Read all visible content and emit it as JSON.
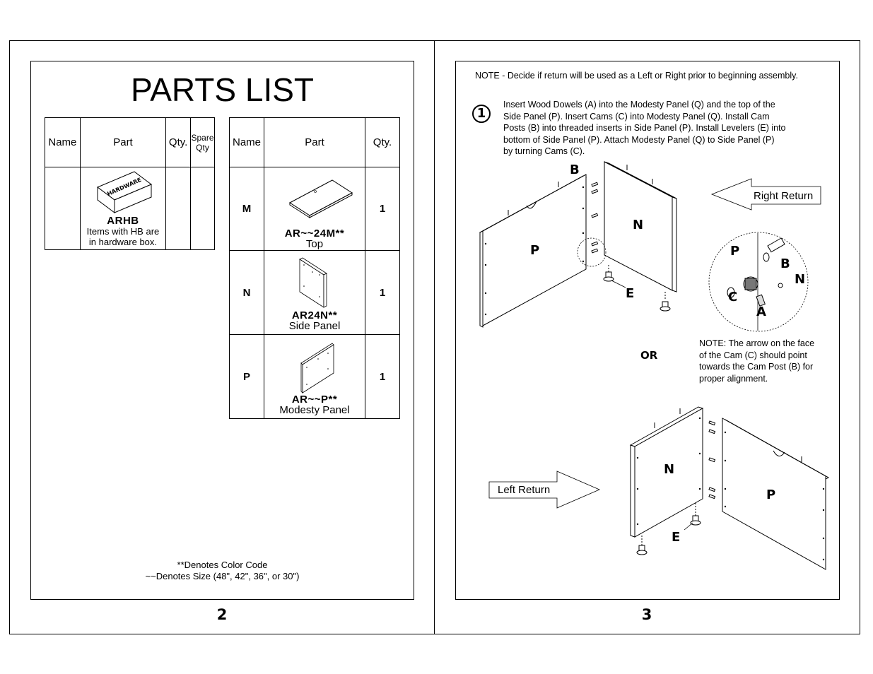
{
  "left_page": {
    "title": "PARTS LIST",
    "page_number": "2",
    "table1": {
      "headers": {
        "name": "Name",
        "part": "Part",
        "qty": "Qty.",
        "spare": "Spare\nQty"
      },
      "row": {
        "box_text": "HARDWARE",
        "part_code": "ARHB",
        "desc_line1": "Items with HB are",
        "desc_line2": "in hardware box."
      }
    },
    "table2": {
      "headers": {
        "name": "Name",
        "part": "Part",
        "qty": "Qty."
      },
      "rows": [
        {
          "name": "M",
          "code": "AR~~24M**",
          "desc": "Top",
          "qty": "1"
        },
        {
          "name": "N",
          "code": "AR24N**",
          "desc": "Side Panel",
          "qty": "1"
        },
        {
          "name": "P",
          "code": "AR~~P**",
          "desc": "Modesty Panel",
          "qty": "1"
        }
      ]
    },
    "footnote_line1": "**Denotes Color Code",
    "footnote_line2": "~~Denotes Size (48\", 42\", 36\", or 30\")"
  },
  "right_page": {
    "page_number": "3",
    "note_top": "NOTE - Decide if return will be used as a Left or Right prior to beginning assembly.",
    "step_number": "1",
    "step_lines": [
      "Insert Wood Dowels (A) into the Modesty Panel (Q) and the top of the",
      "Side Panel (P).  Insert Cams (C) into Modesty Panel (Q).  Install Cam",
      "Posts (B) into threaded inserts in Side Panel (P). Install Levelers (E) into",
      "bottom of Side Panel (P).   Attach Modesty Panel (Q) to Side Panel (P)",
      "by turning Cams (C)."
    ],
    "right_return_label": "Right Return",
    "left_return_label": "Left Return",
    "or_label": "OR",
    "note_lines": [
      "NOTE:  The arrow on the face",
      "of the Cam (C) should point",
      "towards the Cam Post (B) for",
      "proper alignment."
    ],
    "diagram_labels": {
      "b": "B",
      "n": "N",
      "p": "P",
      "e": "E",
      "c": "C",
      "a": "A"
    }
  }
}
